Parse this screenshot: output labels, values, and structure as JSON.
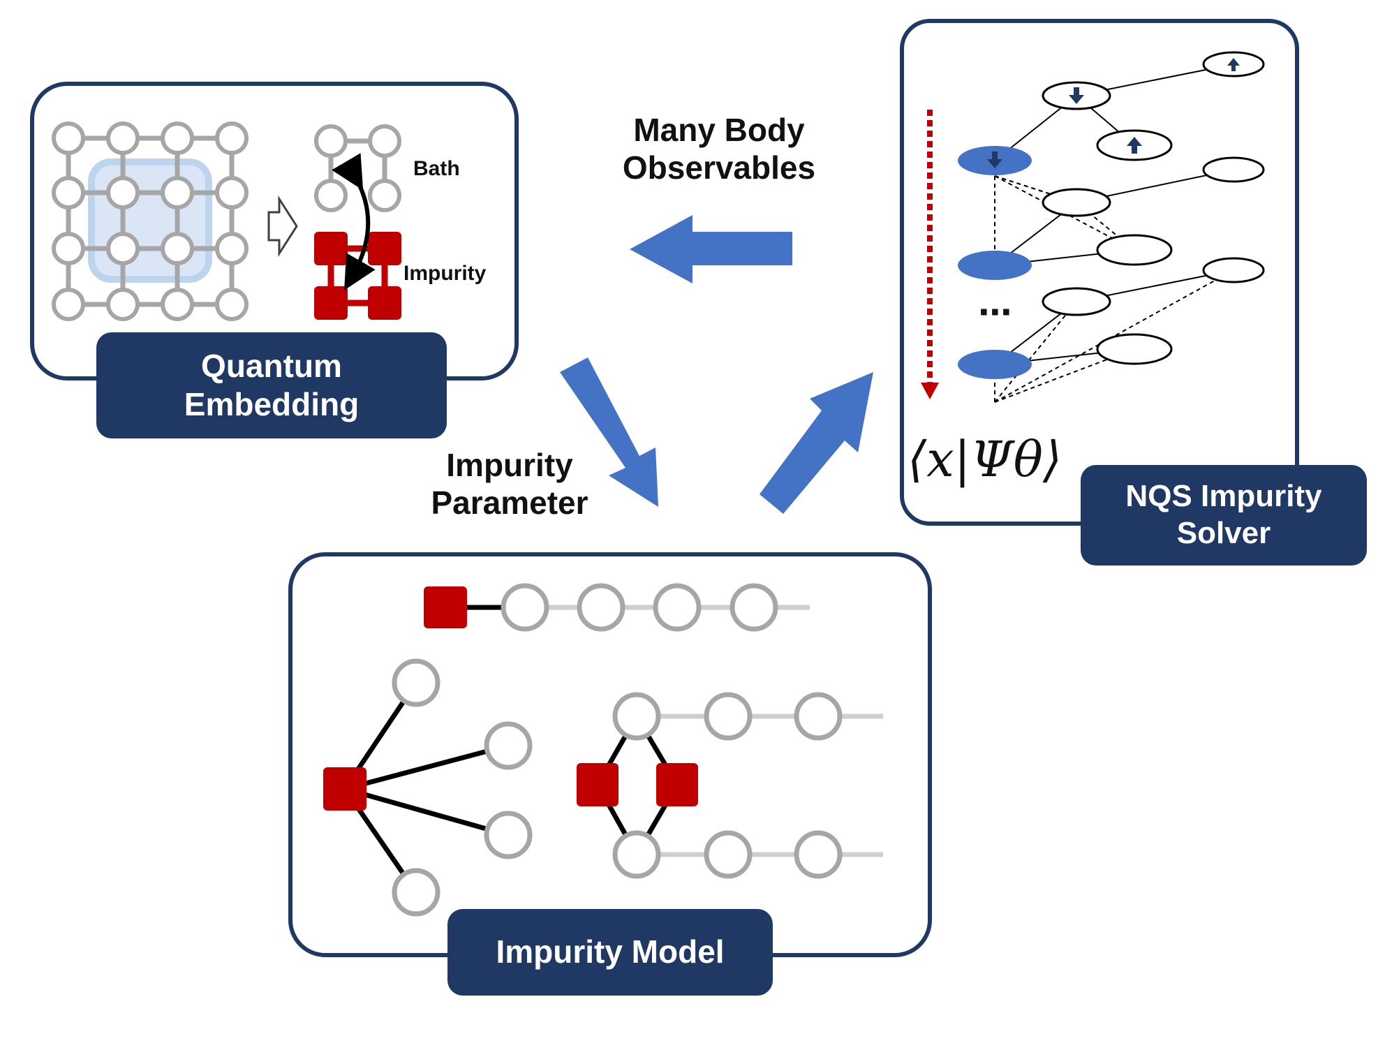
{
  "panels": {
    "quantum_embedding": {
      "title_line1": "Quantum",
      "title_line2": "Embedding",
      "bath_label": "Bath",
      "impurity_label": "Impurity"
    },
    "impurity_model": {
      "title": "Impurity Model"
    },
    "nqs_solver": {
      "title_line1": "NQS Impurity",
      "title_line2": "Solver",
      "wavefunction_label": "⟨x|Ψθ⟩",
      "ellipsis": "···"
    }
  },
  "flows": {
    "many_body_line1": "Many Body",
    "many_body_line2": "Observables",
    "impurity_param_line1": "Impurity",
    "impurity_param_line2": "Parameter"
  },
  "colors": {
    "panel_border": "#203864",
    "title_bg": "#203864",
    "arrow": "#4472c4",
    "impurity": "#c00000",
    "bath": "#a6a6a6",
    "node_fill_blue": "#4472c4",
    "red_dashed": "#c00000"
  }
}
